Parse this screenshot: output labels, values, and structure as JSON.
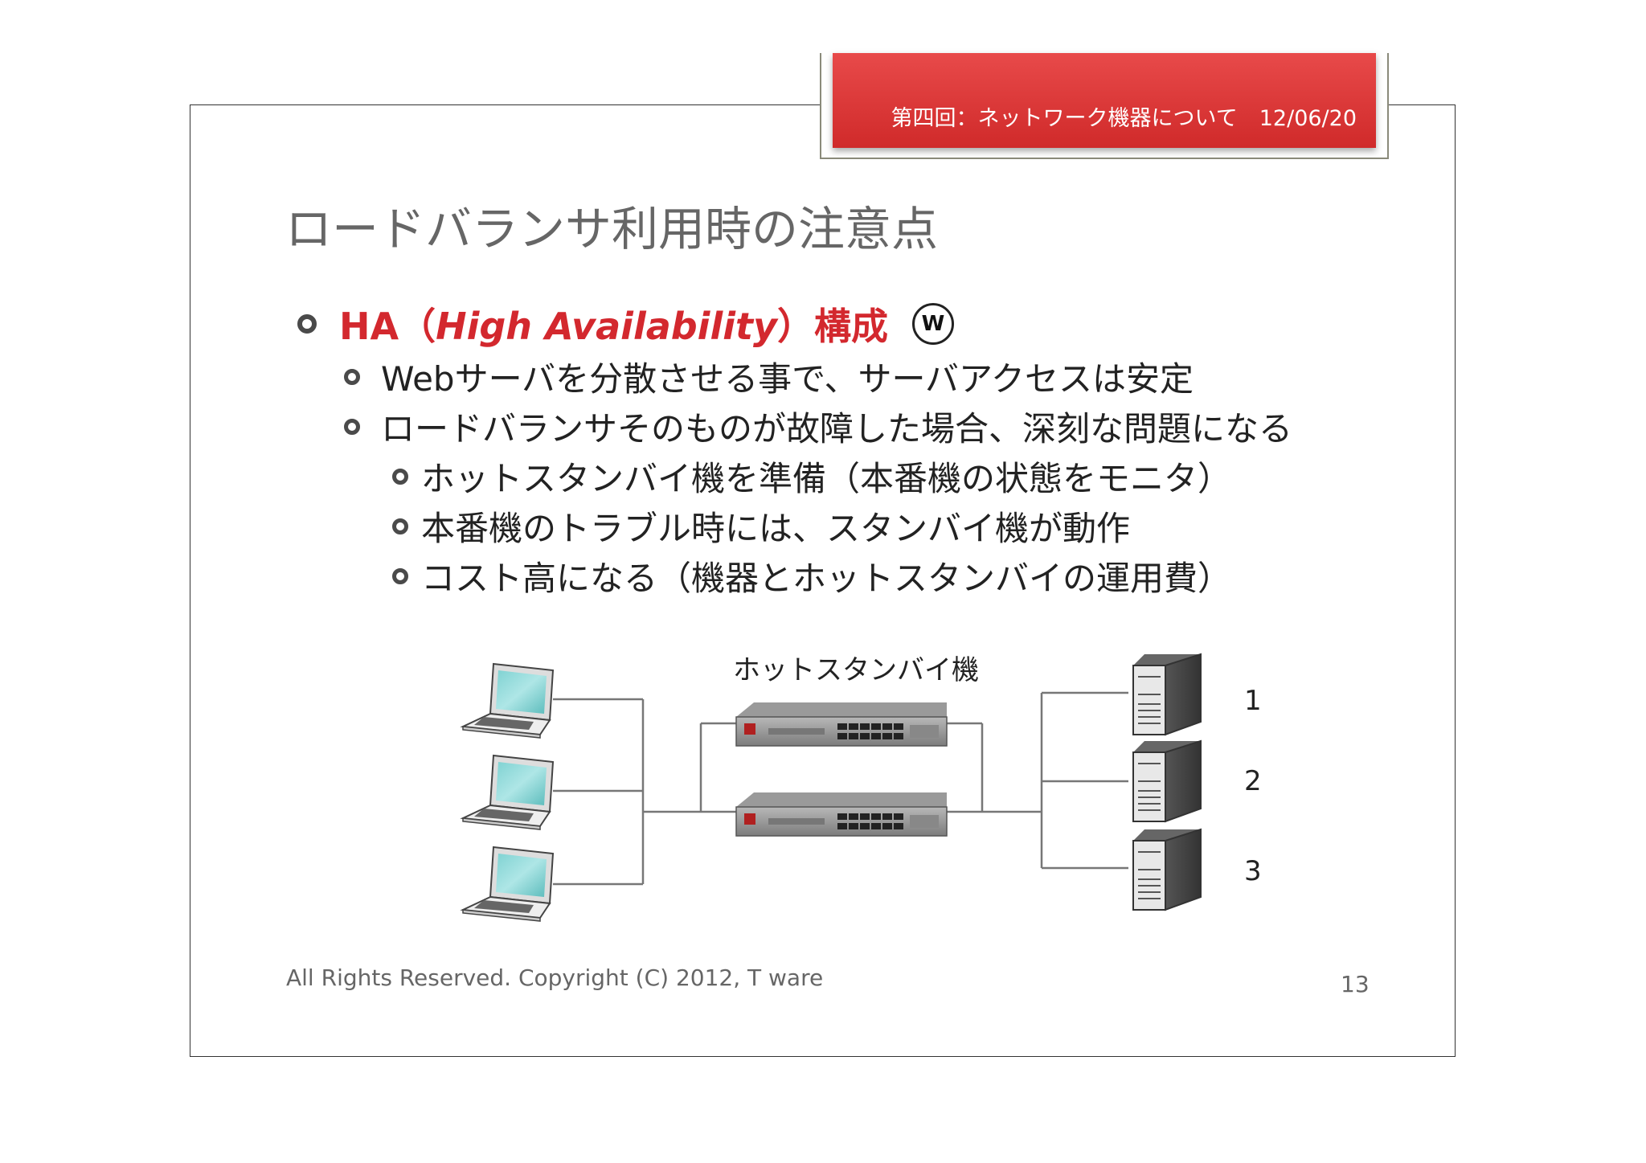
{
  "header": {
    "banner_text": "第四回：ネットワーク機器について　12/06/20"
  },
  "slide": {
    "title": "ロードバランサ利用時の注意点",
    "main_bullet": {
      "prefix": "HA（",
      "italic": "High Availability",
      "suffix": "）構成",
      "icon_letter": "W"
    },
    "sub_bullets": [
      "Webサーバを分散させる事で、サーバアクセスは安定",
      "ロードバランサそのものが故障した場合、深刻な問題になる"
    ],
    "sub_sub_bullets": [
      "ホットスタンバイ機を準備（本番機の状態をモニタ）",
      "本番機のトラブル時には、スタンバイ機が動作",
      "コスト高になる（機器とホットスタンバイの運用費）"
    ]
  },
  "diagram": {
    "standby_label": "ホットスタンバイ機",
    "server_numbers": [
      "1",
      "2",
      "3"
    ],
    "icons": [
      "laptop-icon",
      "network-switch-icon",
      "server-tower-icon"
    ]
  },
  "footer": {
    "copyright": "All Rights Reserved. Copyright (C) 2012, T ware",
    "page_number": "13"
  }
}
